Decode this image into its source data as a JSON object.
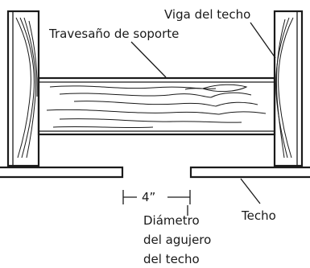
{
  "labels": {
    "joist": "Viga del techo",
    "crosspiece": "Travesaño de soporte",
    "dimension": "4”",
    "diameter_line1": "Diámetro",
    "diameter_line2": "del agujero",
    "diameter_line3": "del techo",
    "ceiling": "Techo"
  }
}
